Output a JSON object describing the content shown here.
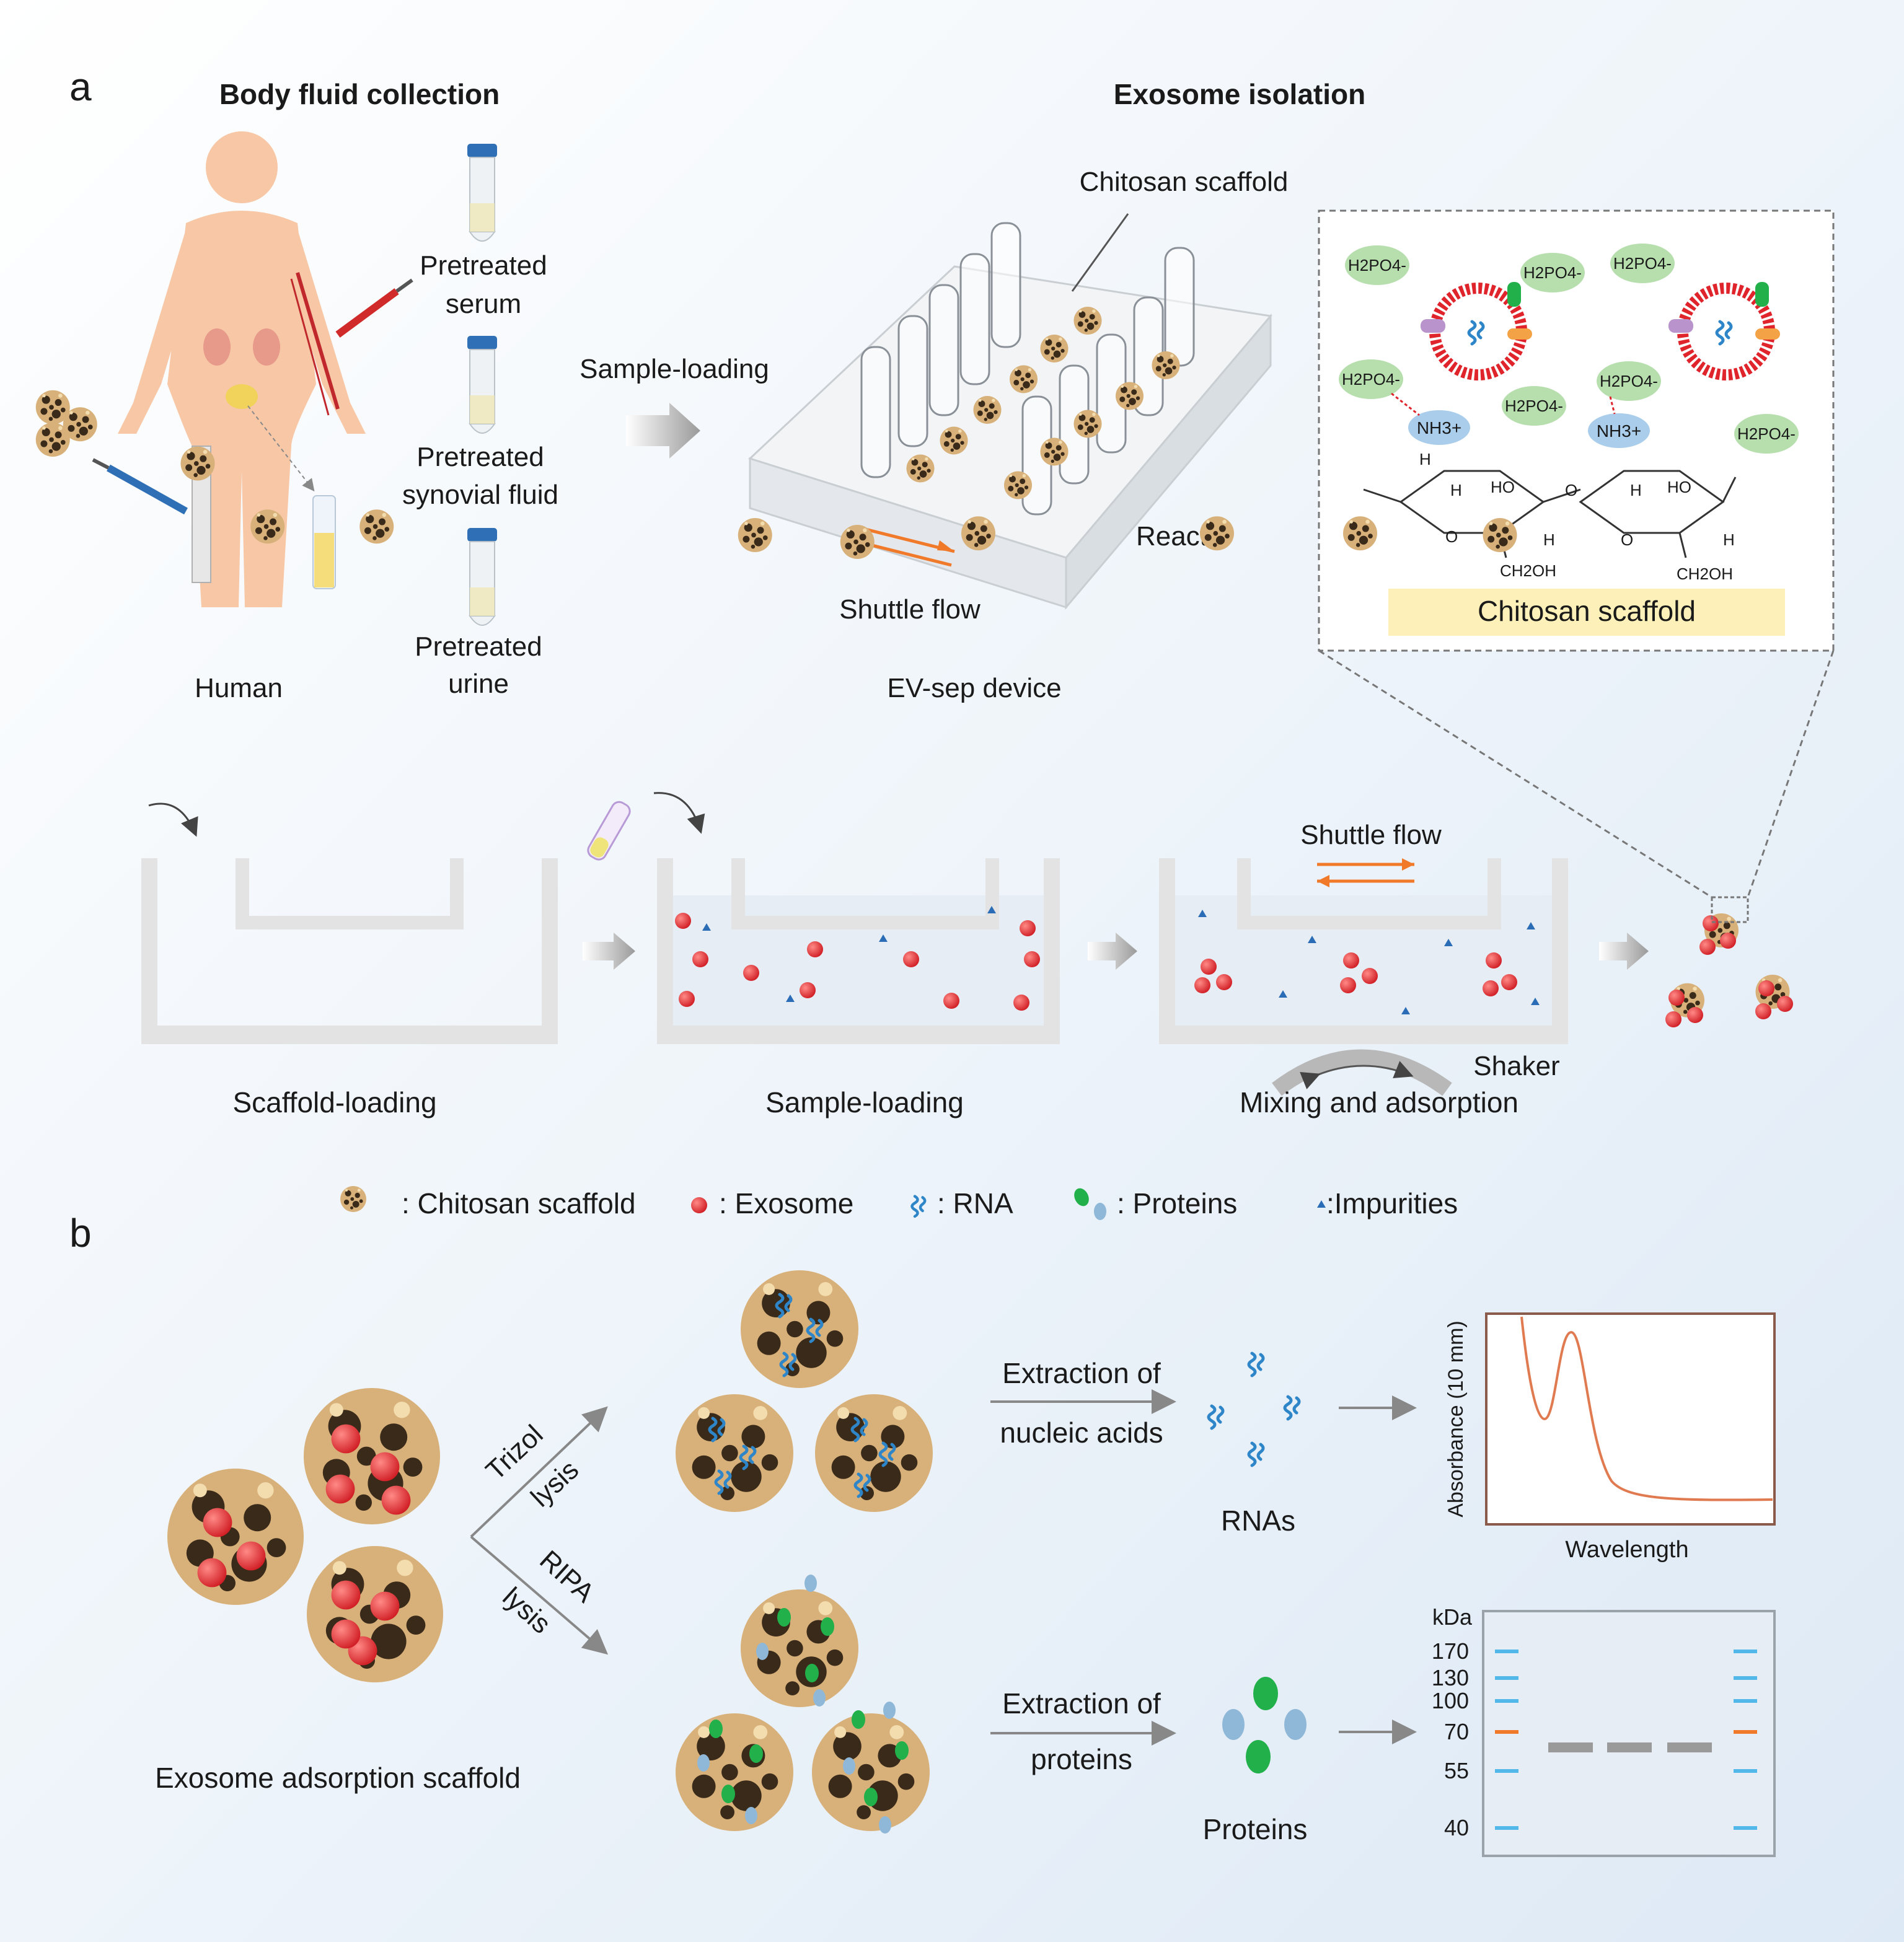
{
  "panel_a": {
    "letter": "a",
    "section_left_title": "Body fluid collection",
    "section_right_title": "Exosome isolation",
    "human_label": "Human",
    "tube_labels": [
      [
        "Pretreated",
        "serum"
      ],
      [
        "Pretreated",
        "synovial fluid"
      ],
      [
        "Pretreated",
        "urine"
      ]
    ],
    "sample_loading_arrow_label": "Sample-loading",
    "device": {
      "chitosan_scaffold_label": "Chitosan scaffold",
      "reactor_label": "Reactor",
      "shuttle_flow_label": "Shuttle flow",
      "caption": "EV-sep device"
    },
    "chemistry": {
      "phosphate": "H2PO4-",
      "ammonium": "NH3+",
      "atoms": [
        "H",
        "HO",
        "O",
        "CH2OH"
      ],
      "caption": "Chitosan scaffold"
    },
    "steps": [
      {
        "label": "Scaffold-loading"
      },
      {
        "label": "Sample-loading"
      },
      {
        "label": "Mixing and adsorption",
        "top_label": "Shuttle flow",
        "shaker_label": "Shaker"
      }
    ]
  },
  "legend": [
    {
      "icon": "scaffold-icon",
      "text": ": Chitosan scaffold"
    },
    {
      "icon": "exosome-icon",
      "text": ": Exosome"
    },
    {
      "icon": "rna-icon",
      "text": ": RNA"
    },
    {
      "icon": "protein-icon",
      "text": ": Proteins"
    },
    {
      "icon": "impurity-icon",
      "text": ":Impurities"
    }
  ],
  "panel_b": {
    "letter": "b",
    "scaffold_caption": "Exosome adsorption scaffold",
    "upper_branch": [
      "Trizol",
      "lysis"
    ],
    "lower_branch": [
      "RIPA",
      "lysis"
    ],
    "rna_step": [
      "Extraction of",
      "nucleic acids"
    ],
    "rna_label": "RNAs",
    "protein_step": [
      "Extraction of",
      "proteins"
    ],
    "protein_label": "Proteins",
    "absorbance_plot": {
      "ylabel": "Absorbance (10 mm)",
      "xlabel": "Wavelength"
    },
    "gel": {
      "unit": "kDa",
      "ladder": [
        "170",
        "130",
        "100",
        "70",
        "55",
        "40"
      ]
    }
  },
  "colors": {
    "background_top": "#ffffff",
    "background_bottom": "#e3eef8",
    "scaffold": "#d8b17a",
    "exosome": "#e0242b",
    "rna": "#2e86c9",
    "protein_green": "#22b04a",
    "protein_blue": "#8fb8d8",
    "impurity": "#2a6cb5",
    "shuttle_arrow": "#f07a2a",
    "phosphate_bubble": "#b7dfae",
    "ammonium_bubble": "#a9cdea",
    "caption_box": "#fdf0b8"
  }
}
